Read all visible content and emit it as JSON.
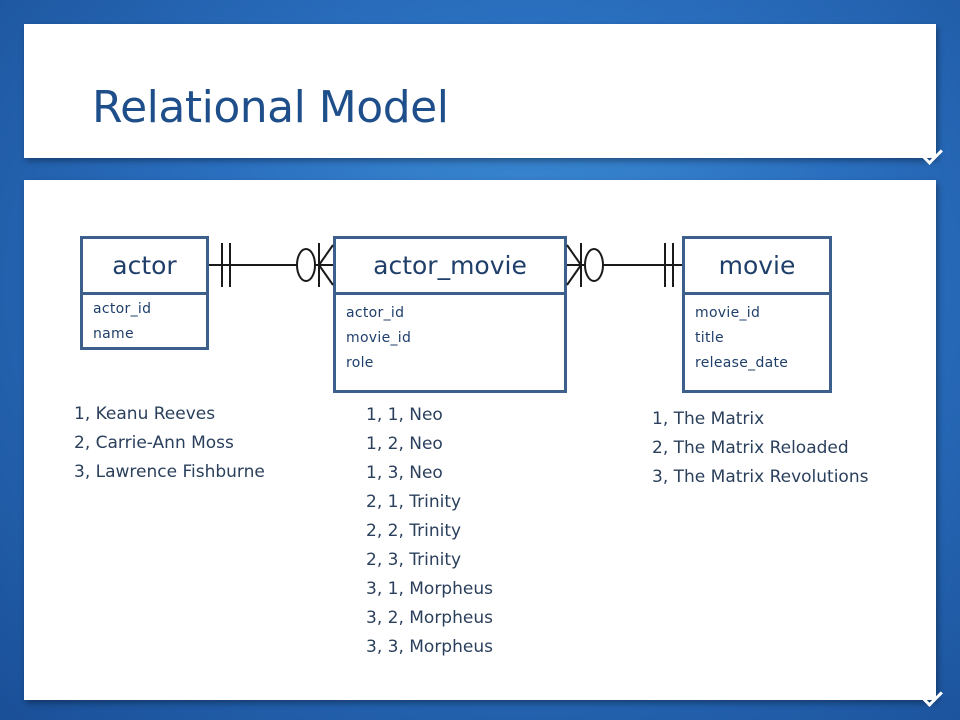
{
  "title": "Relational Model",
  "entities": {
    "actor": {
      "name": "actor",
      "fields": [
        "actor_id",
        "name"
      ]
    },
    "actor_movie": {
      "name": "actor_movie",
      "fields": [
        "actor_id",
        "movie_id",
        "role"
      ]
    },
    "movie": {
      "name": "movie",
      "fields": [
        "movie_id",
        "title",
        "release_date"
      ]
    }
  },
  "rows": {
    "actor": [
      "1, Keanu Reeves",
      "2, Carrie-Ann Moss",
      "3, Lawrence Fishburne"
    ],
    "actor_movie": [
      "1, 1, Neo",
      "1, 2, Neo",
      "1, 3, Neo",
      "2, 1, Trinity",
      "2, 2, Trinity",
      "2, 3, Trinity",
      "3, 1, Morpheus",
      "3, 2, Morpheus",
      "3, 3, Morpheus"
    ],
    "movie": [
      "1, The Matrix",
      "2, The Matrix Reloaded",
      "3, The Matrix Revolutions"
    ]
  },
  "colors": {
    "line": "#3d5f8c",
    "title": "#1f4f8a",
    "background": "#2a6fbf"
  }
}
